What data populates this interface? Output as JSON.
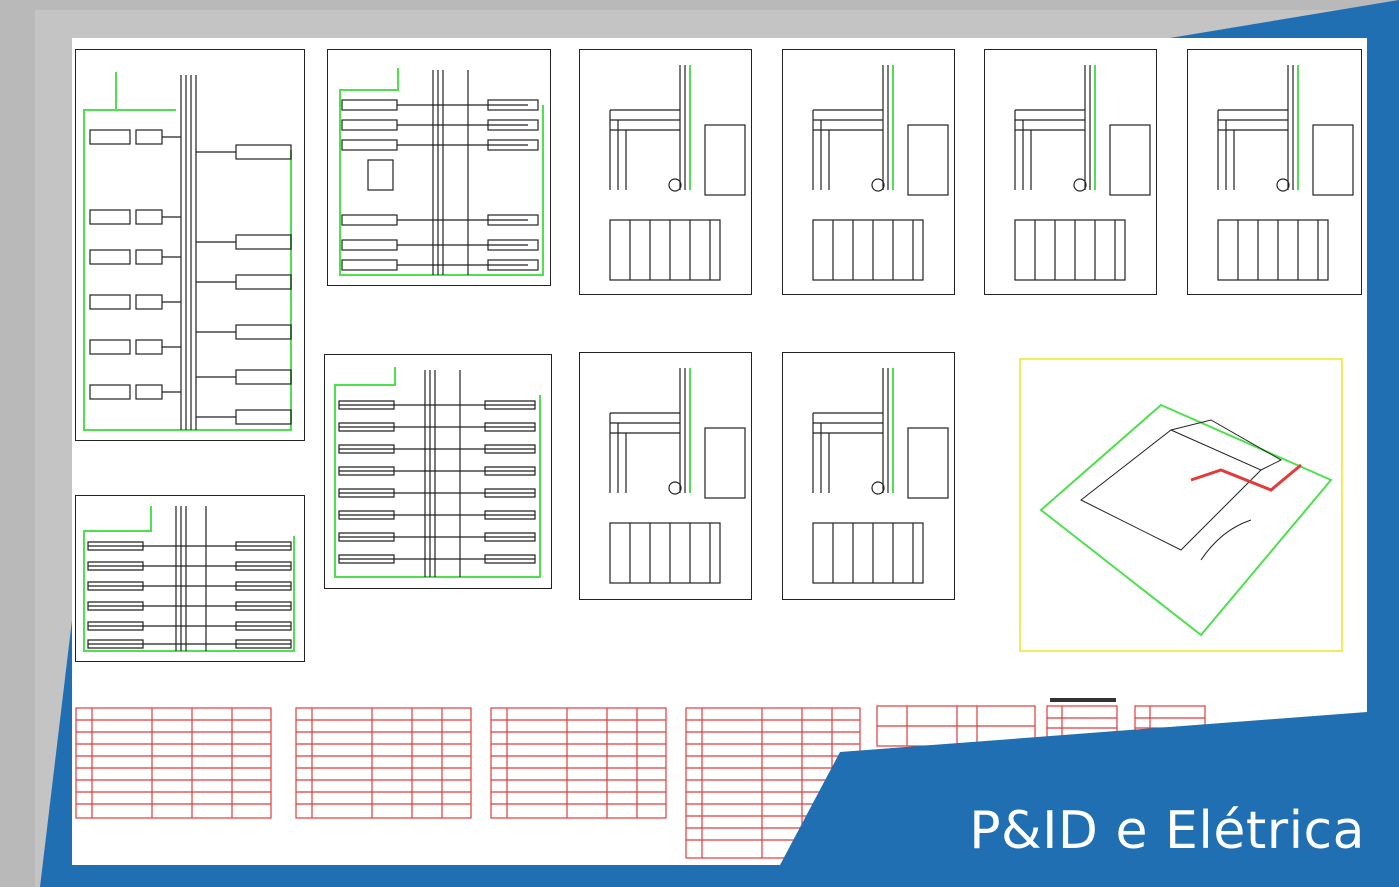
{
  "caption": {
    "text": "P&ID e Elétrica"
  },
  "colors": {
    "frame_gray": "#b9b9b9",
    "brand_blue": "#1f6fb2",
    "wire_green": "#4ee04e",
    "table_red": "#e23b3b",
    "plan_yellow": "#f0ec5a",
    "ink": "#222222"
  },
  "drawing": {
    "type": "electrical single-line diagrams and P&ID sheet",
    "panels": [
      "unifilar-1",
      "unifilar-2",
      "unifilar-3",
      "unifilar-4",
      "motor-diagram-1",
      "motor-diagram-2",
      "motor-diagram-3",
      "motor-diagram-4",
      "motor-diagram-5",
      "motor-diagram-6",
      "site-plan"
    ],
    "tables": [
      "load-table-1",
      "load-table-2",
      "load-table-3",
      "load-table-4",
      "legend-table-1",
      "legend-table-2",
      "legend-table-3"
    ]
  }
}
